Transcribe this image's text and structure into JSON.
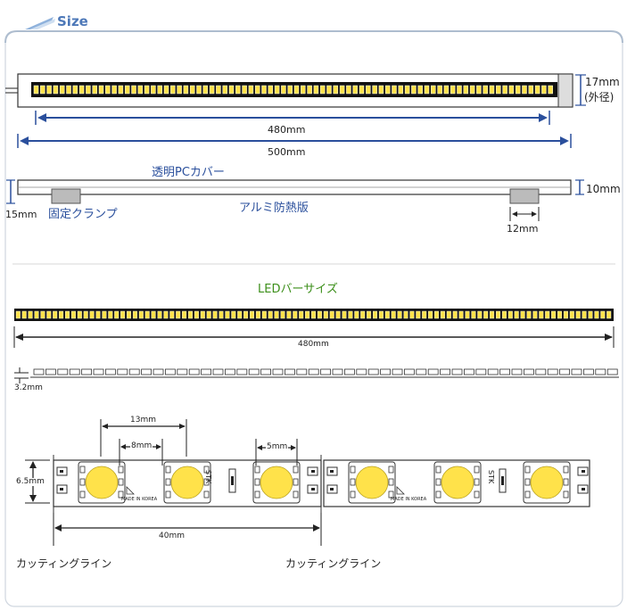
{
  "header": {
    "title": "Size"
  },
  "top": {
    "len_inner": "480mm",
    "len_outer": "500mm",
    "dia": "17mm",
    "dia_note": "(外径)",
    "cover": "透明PCカバー",
    "height": "10mm",
    "base_h": "15mm",
    "clamp": "固定クランプ",
    "alum": "アルミ防熱版",
    "clamp_w": "12mm"
  },
  "strip": {
    "title": "LEDバーサイズ",
    "length": "480mm",
    "thick": "3.2mm"
  },
  "detail": {
    "pitch2": "13mm",
    "pitch": "8mm",
    "led": "5mm",
    "width": "6.5mm",
    "seg": "40mm",
    "cut1": "カッティングライン",
    "cut2": "カッティングライン",
    "stk1": "STK",
    "stk2": "STK",
    "made1": "MADE IN KOREA",
    "made2": "MADE IN KOREA"
  },
  "colors": {
    "accent": "#2a4f9c",
    "green": "#3c8f1a",
    "led": "#ffe24a"
  }
}
